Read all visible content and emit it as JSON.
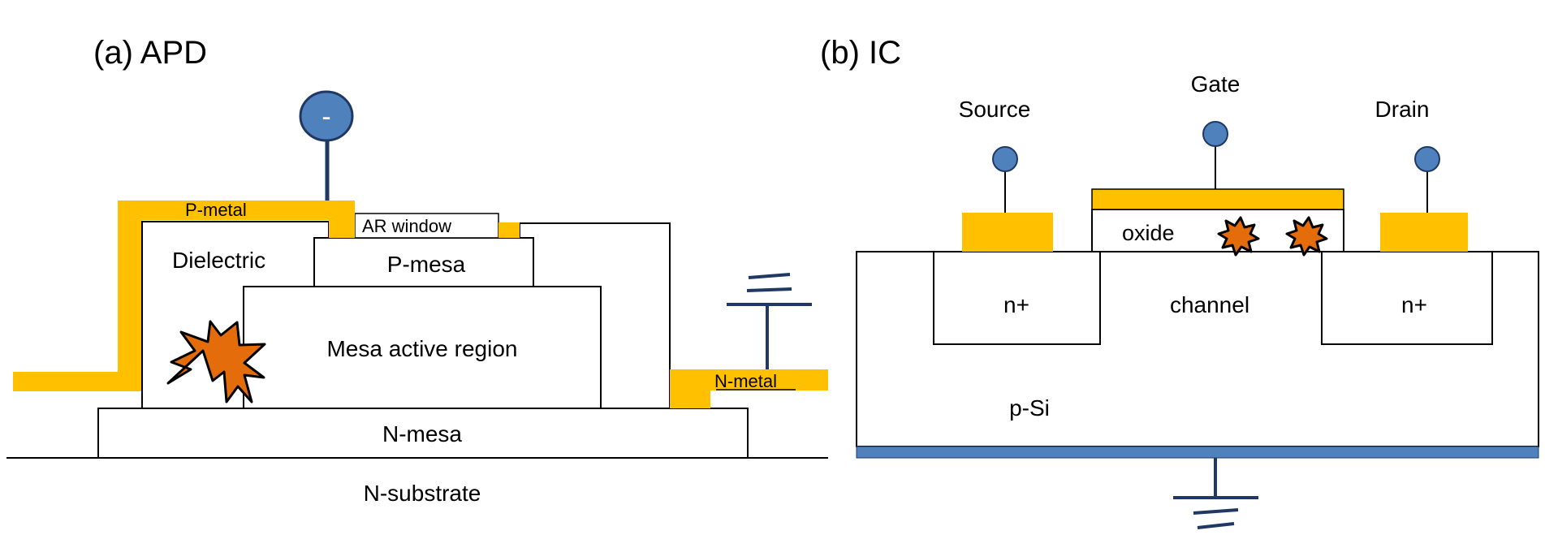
{
  "panel_a": {
    "title": "(a) APD",
    "terminal_symbol": "-",
    "labels": {
      "p_metal": "P-metal",
      "ar_window": "AR window",
      "dielectric": "Dielectric",
      "p_mesa": "P-mesa",
      "active_region": "Mesa active region",
      "n_metal": "N-metal",
      "n_mesa": "N-mesa",
      "n_substrate": "N-substrate"
    }
  },
  "panel_b": {
    "title": "(b) IC",
    "labels": {
      "source": "Source",
      "gate": "Gate",
      "drain": "Drain",
      "oxide": "oxide",
      "n_plus_left": "n+",
      "channel": "channel",
      "n_plus_right": "n+",
      "substrate": "p-Si"
    }
  },
  "colors": {
    "metal": "#FFC000",
    "terminal": "#4F81BD",
    "wire": "#1F3864",
    "damage": "#E46C0A",
    "outline": "#000000",
    "backside": "#4F81BD"
  }
}
